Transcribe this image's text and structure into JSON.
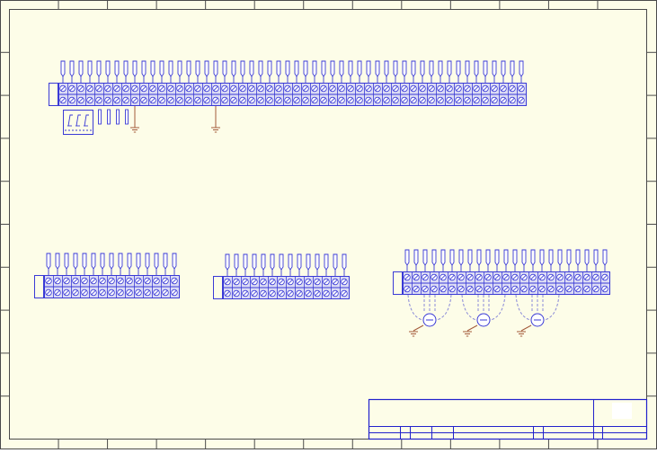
{
  "sheet": {
    "paper_color": "#fdfde8",
    "frame_color": "#4a4a4a",
    "zone_columns": 13,
    "zone_rows": 10
  },
  "colors": {
    "terminal_stroke": "#3a3ad6",
    "terminal_fill": "#dcdcf4",
    "ground": "#a35a3a",
    "dashed": "#8a8ad8",
    "title_block": "#2222cc"
  },
  "terminal_strips": [
    {
      "name": "strip-top",
      "terminal_count": 52
    },
    {
      "name": "strip-bottom-left",
      "terminal_count": 15
    },
    {
      "name": "strip-bottom-center",
      "terminal_count": 14
    },
    {
      "name": "strip-bottom-right",
      "terminal_count": 23
    }
  ],
  "components": {
    "top_strip_grounds": 2,
    "bottom_right_motors": 3
  },
  "title_block": {
    "logo": ""
  }
}
